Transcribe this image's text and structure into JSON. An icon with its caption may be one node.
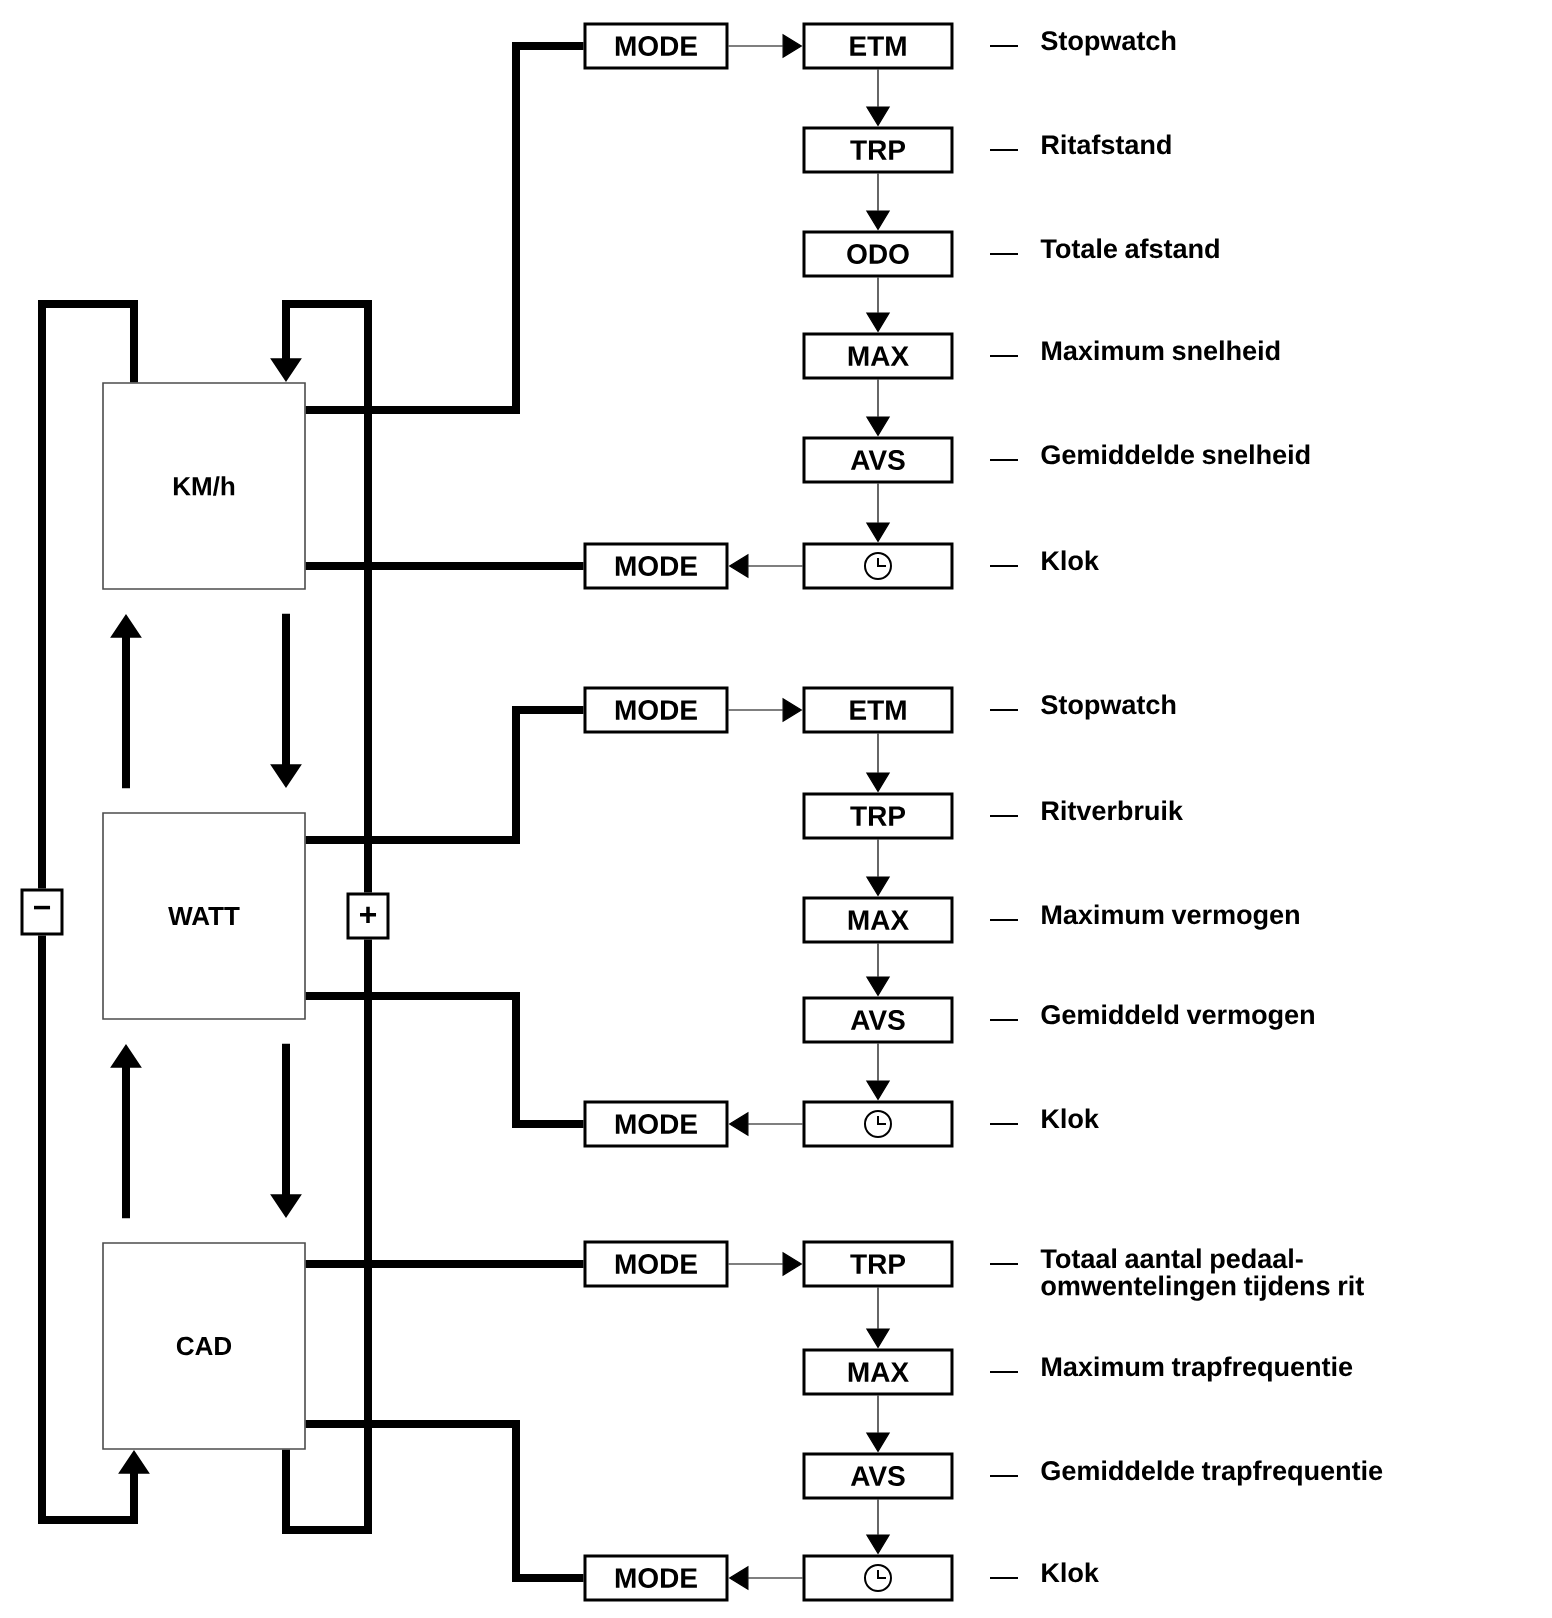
{
  "diagram": {
    "nodes": [
      {
        "text": [
          "KM/h"
        ]
      },
      {
        "text": [
          "WATT"
        ]
      },
      {
        "text": [
          "CAD"
        ]
      },
      {
        "text": [
          "−"
        ]
      },
      {
        "text": [
          "+"
        ]
      },
      {
        "text": [
          "MODE"
        ]
      },
      {
        "text": [
          "ETM"
        ],
        "beside": [
          "Stopwatch"
        ]
      },
      {
        "text": [
          "TRP"
        ],
        "beside": [
          "Ritafstand"
        ]
      },
      {
        "text": [
          "ODO"
        ],
        "beside": [
          "Totale afstand"
        ]
      },
      {
        "text": [
          "MAX"
        ],
        "beside": [
          "Maximum snelheid"
        ]
      },
      {
        "text": [
          "AVS"
        ],
        "beside": [
          "Gemiddelde snelheid"
        ]
      },
      {
        "text": [],
        "shape": "box",
        "beside": [
          "Klok"
        ]
      },
      {
        "text": [
          "MODE"
        ]
      },
      {
        "text": [
          "MODE"
        ]
      },
      {
        "text": [
          "ETM"
        ],
        "beside": [
          "Stopwatch"
        ]
      },
      {
        "text": [
          "TRP"
        ],
        "beside": [
          "Ritverbruik"
        ]
      },
      {
        "text": [
          "MAX"
        ],
        "beside": [
          "Maximum vermogen"
        ]
      },
      {
        "text": [
          "AVS"
        ],
        "beside": [
          "Gemiddeld vermogen"
        ]
      },
      {
        "text": [],
        "shape": "box",
        "beside": [
          "Klok"
        ]
      },
      {
        "text": [
          "MODE"
        ]
      },
      {
        "text": [
          "MODE"
        ]
      },
      {
        "text": [
          "TRP"
        ],
        "beside": [
          "Totaal aantal pedaal- omwentelingen tijdens rit"
        ]
      },
      {
        "text": [
          "MAX"
        ],
        "beside": [
          "Maximum trapfrequentie"
        ]
      },
      {
        "text": [
          "AVS"
        ],
        "beside": [
          "Gemiddelde trapfrequentie"
        ]
      },
      {
        "text": [],
        "shape": "box",
        "beside": [
          "Klok"
        ]
      },
      {
        "text": [
          "MODE"
        ]
      }
    ],
    "edges": [
      {
        "from": 1,
        "to": 0,
        "arrow": "to",
        "style": "thick"
      },
      {
        "from": 0,
        "to": 1,
        "arrow": "to",
        "style": "thick"
      },
      {
        "from": 2,
        "to": 1,
        "arrow": "to",
        "style": "thick"
      },
      {
        "from": 1,
        "to": 2,
        "arrow": "to",
        "style": "thick"
      },
      {
        "from": 0,
        "to": 3,
        "arrow": "none",
        "style": "thick"
      },
      {
        "from": 3,
        "to": 2,
        "arrow": "to",
        "style": "thick"
      },
      {
        "from": 2,
        "to": 4,
        "arrow": "none",
        "style": "thick"
      },
      {
        "from": 4,
        "to": 0,
        "arrow": "to",
        "style": "thick"
      },
      {
        "from": 0,
        "to": 5,
        "arrow": "none",
        "style": "thick"
      },
      {
        "from": 5,
        "to": 6,
        "arrow": "to"
      },
      {
        "from": 6,
        "to": 7,
        "arrow": "to"
      },
      {
        "from": 7,
        "to": 8,
        "arrow": "to"
      },
      {
        "from": 8,
        "to": 9,
        "arrow": "to"
      },
      {
        "from": 9,
        "to": 10,
        "arrow": "to"
      },
      {
        "from": 10,
        "to": 11,
        "arrow": "to"
      },
      {
        "from": 11,
        "to": 12,
        "arrow": "to"
      },
      {
        "from": 12,
        "to": 0,
        "arrow": "none",
        "style": "thick"
      },
      {
        "from": 1,
        "to": 13,
        "arrow": "none",
        "style": "thick"
      },
      {
        "from": 13,
        "to": 14,
        "arrow": "to"
      },
      {
        "from": 14,
        "to": 15,
        "arrow": "to"
      },
      {
        "from": 15,
        "to": 16,
        "arrow": "to"
      },
      {
        "from": 16,
        "to": 17,
        "arrow": "to"
      },
      {
        "from": 17,
        "to": 18,
        "arrow": "to"
      },
      {
        "from": 18,
        "to": 19,
        "arrow": "to"
      },
      {
        "from": 19,
        "to": 1,
        "arrow": "none",
        "style": "thick"
      },
      {
        "from": 2,
        "to": 20,
        "arrow": "none",
        "style": "thick"
      },
      {
        "from": 20,
        "to": 21,
        "arrow": "to"
      },
      {
        "from": 21,
        "to": 22,
        "arrow": "to"
      },
      {
        "from": 22,
        "to": 23,
        "arrow": "to"
      },
      {
        "from": 23,
        "to": 24,
        "arrow": "to"
      },
      {
        "from": 24,
        "to": 25,
        "arrow": "to"
      },
      {
        "from": 25,
        "to": 2,
        "arrow": "none",
        "style": "thick"
      }
    ]
  }
}
